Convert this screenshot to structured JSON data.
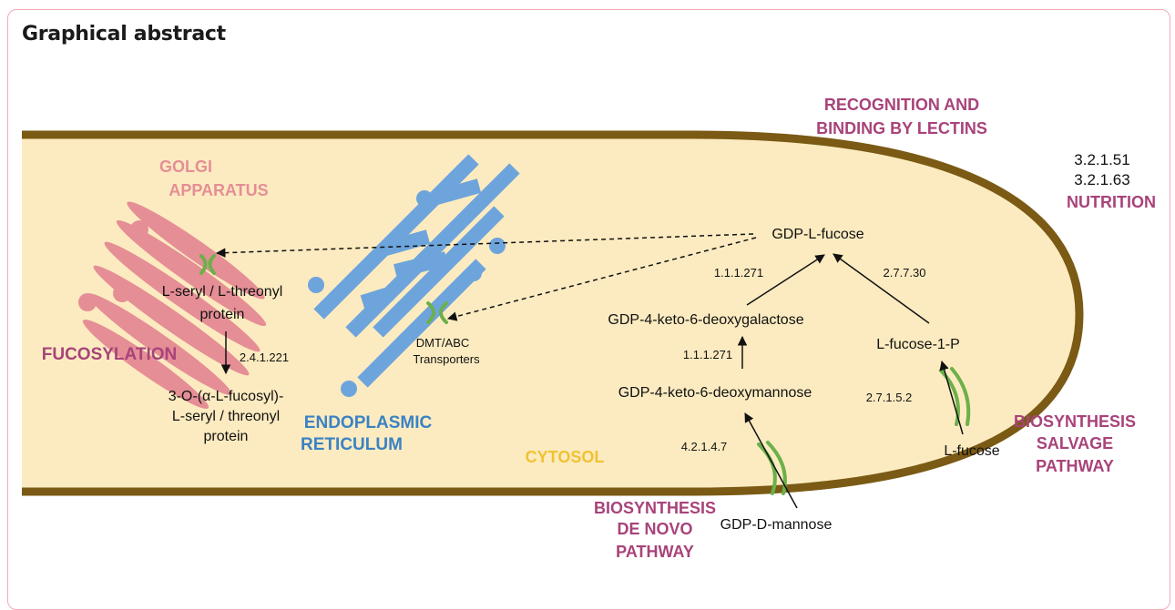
{
  "panel": {
    "heading": "Graphical abstract"
  },
  "compartments": {
    "golgi": {
      "line1": "GOLGI",
      "line2": "APPARATUS"
    },
    "er": {
      "line1": "ENDOPLASMIC",
      "line2": "RETICULUM"
    },
    "cytosol": "CYTOSOL"
  },
  "processes": {
    "fucosylation": "FUCOSYLATION",
    "recognition": {
      "line1": "RECOGNITION AND",
      "line2": "BINDING BY LECTINS"
    },
    "nutrition": {
      "ec1": "3.2.1.51",
      "ec2": "3.2.1.63",
      "label": "NUTRITION"
    },
    "de_novo": {
      "line1": "BIOSYNTHESIS",
      "line2": "DE NOVO",
      "line3": "PATHWAY"
    },
    "salvage": {
      "line1": "BIOSYNTHESIS",
      "line2": "SALVAGE",
      "line3": "PATHWAY"
    }
  },
  "metabolites": {
    "gdp_l_fucose": "GDP-L-fucose",
    "keto_galactose": "GDP-4-keto-6-deoxygalactose",
    "keto_mannose": "GDP-4-keto-6-deoxymannose",
    "gdp_d_mannose": "GDP-D-mannose",
    "fucose_1_p": "L-fucose-1-P",
    "l_fucose": "L-fucose",
    "substrate": {
      "line1": "L-seryl / L-threonyl",
      "line2": "protein"
    },
    "product": {
      "line1": "3-O-(α-L-fucosyl)-",
      "line2": "L-seryl / threonyl",
      "line3": "protein"
    }
  },
  "enzymes": {
    "ec_2_4_1_221": "2.4.1.221",
    "ec_1_1_1_271_a": "1.1.1.271",
    "ec_1_1_1_271_b": "1.1.1.271",
    "ec_2_7_7_30": "2.7.7.30",
    "ec_2_7_1_52": "2.7.1.5.2",
    "ec_4_2_1_47": "4.2.1.4.7"
  },
  "transporters": {
    "line1": "DMT/ABC",
    "line2": "Transporters"
  },
  "colors": {
    "cell_fill": "#fcebc0",
    "cell_border": "#7a5a14",
    "golgi": "#e58e96",
    "er": "#6ea4dc",
    "transporter": "#6cb04a",
    "process_label": "#a8437a",
    "er_label": "#3b82c4",
    "golgi_label": "#e58e96",
    "cytosol_label": "#f1c232"
  }
}
